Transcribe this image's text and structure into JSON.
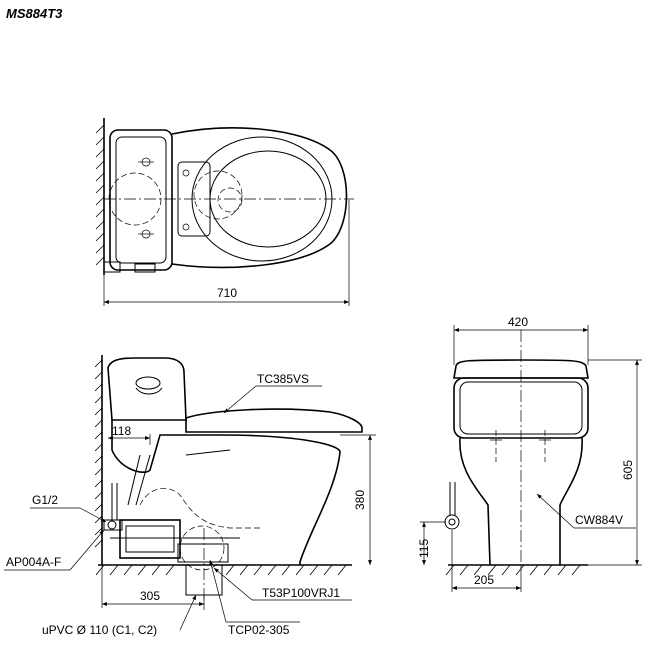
{
  "title": "MS884T3",
  "top_view": {
    "dim_length": "710"
  },
  "side_view": {
    "seat_label": "TC385VS",
    "dim_118": "118",
    "dim_height": "380",
    "supply_label": "G1/2",
    "valve_label": "AP004A-F",
    "dim_rough_in": "305",
    "flange_label": "T53P100VRJ1",
    "pipe_label": "uPVC Ø 110 (C1, C2)",
    "adapter_label": "TCP02-305"
  },
  "front_view": {
    "dim_width": "420",
    "dim_height": "605",
    "part_label": "CW884V",
    "dim_supply_height": "115",
    "dim_supply_offset": "205"
  }
}
